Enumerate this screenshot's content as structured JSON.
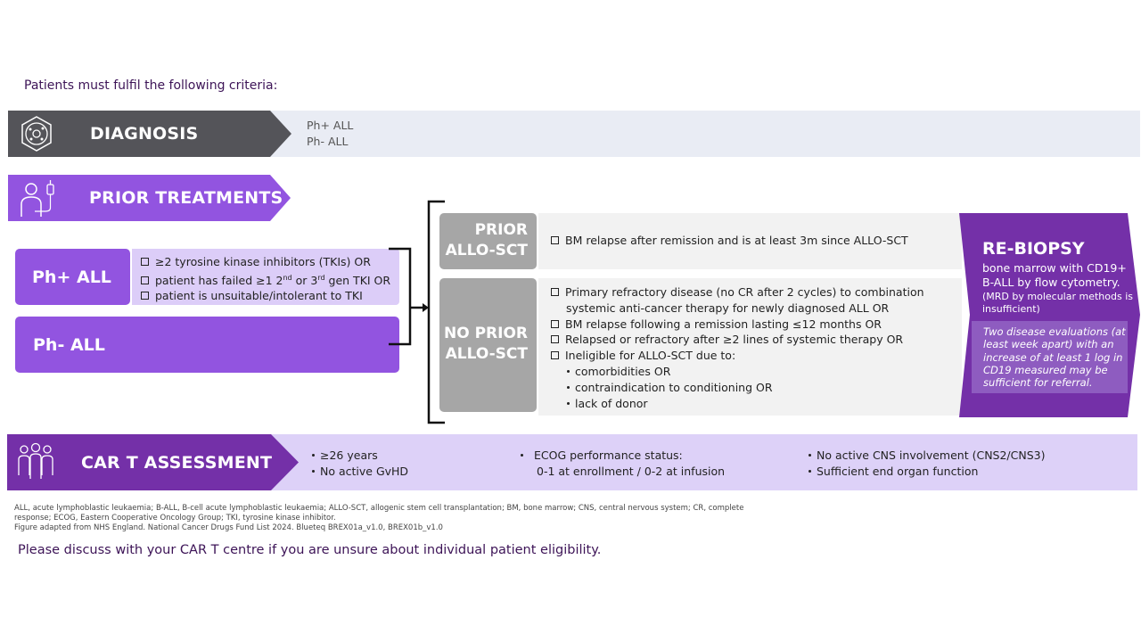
{
  "intro": "Patients must fulfil the following criteria:",
  "diagnosis": {
    "title": "DIAGNOSIS",
    "items": [
      "Ph+ ALL",
      "Ph- ALL"
    ],
    "icon": "cell-icon"
  },
  "prior_treatments": {
    "title": "PRIOR TREATMENTS",
    "icon": "patient-iv-icon"
  },
  "ph_plus": {
    "label": "Ph+ ALL",
    "items": [
      "≥2 tyrosine kinase inhibitors (TKIs) OR",
      "patient has failed ≥1 2nd or 3rd gen TKI OR",
      "patient is unsuitable/intolerant to TKI"
    ]
  },
  "ph_minus": {
    "label": "Ph- ALL"
  },
  "prior_allo": {
    "label_line1": "PRIOR",
    "label_line2": "ALLO-SCT",
    "criterion": "BM relapse after remission and is at least 3m since ALLO-SCT"
  },
  "no_prior_allo": {
    "label_line1": "NO PRIOR",
    "label_line2": "ALLO-SCT",
    "c1_line1": "Primary refractory disease (no CR after 2 cycles) to combination",
    "c1_line2": "systemic anti-cancer therapy for newly diagnosed ALL OR",
    "c2": "BM relapse following a remission lasting ≤12 months OR",
    "c3": "Relapsed or refractory after ≥2 lines of systemic therapy OR",
    "c4": "Ineligible for ALLO-SCT due to:",
    "sub": [
      "comorbidities OR",
      "contraindication to conditioning OR",
      "lack of donor"
    ]
  },
  "rebiopsy": {
    "title": "RE-BIOPSY",
    "text": "bone marrow with CD19+ B-ALL by flow cytometry.",
    "small": "(MRD by molecular methods is insufficient)",
    "note": "Two disease evaluations (at least week apart) with an increase of at least 1 log in CD19 measured may be sufficient for referral."
  },
  "cart": {
    "title": "CAR T ASSESSMENT",
    "icon": "people-icon",
    "col1": [
      "≥26 years",
      "No active GvHD"
    ],
    "col2_line1": "ECOG performance status:",
    "col2_line2": "0-1 at enrollment / 0-2 at infusion",
    "col3": [
      "No active CNS involvement (CNS2/CNS3)",
      "Sufficient end organ function"
    ]
  },
  "footnote_line1": "ALL, acute lymphoblastic leukaemia; B-ALL, B-cell acute lymphoblastic leukaemia; ALLO-SCT, allogenic stem cell transplantation; BM, bone marrow; CNS, central nervous system; CR, complete",
  "footnote_line2": "response; ECOG, Eastern Cooperative Oncology Group; TKI, tyrosine kinase inhibitor.",
  "footnote_line3": "Figure adapted from NHS England. National Cancer Drugs Fund List 2024. Blueteq BREX01a_v1.0, BREX01b_v1.0",
  "closing": "Please discuss with your CAR T centre if you are unsure about individual patient eligibility.",
  "colors": {
    "dark_grey": "#545459",
    "purple": "#9254e0",
    "light_purple": "#dccdf8",
    "deep_purple": "#7430a8",
    "grey": "#a6a6a6"
  }
}
